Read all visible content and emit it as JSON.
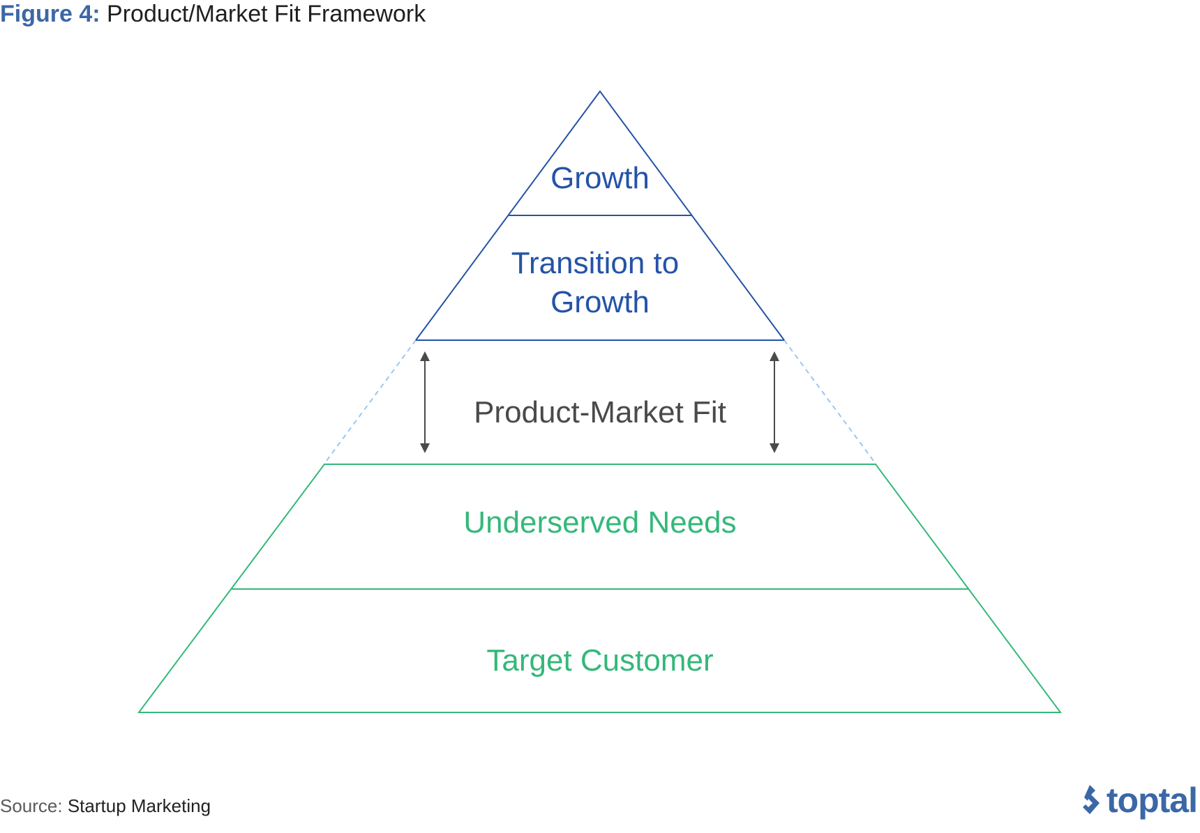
{
  "title": {
    "figure_label": "Figure 4:",
    "text": "Product/Market Fit Framework"
  },
  "diagram": {
    "layers": {
      "growth": "Growth",
      "transition_line1": "Transition to",
      "transition_line2": "Growth",
      "product_market_fit": "Product-Market Fit",
      "underserved_needs": "Underserved Needs",
      "target_customer": "Target Customer"
    },
    "colors": {
      "blue": "#2453a8",
      "green": "#34b87a",
      "dashed": "#9cc6ee",
      "arrow": "#4a4a4a"
    }
  },
  "footer": {
    "source_label": "Source:",
    "source_value": "Startup Marketing",
    "logo_text": "toptal"
  }
}
